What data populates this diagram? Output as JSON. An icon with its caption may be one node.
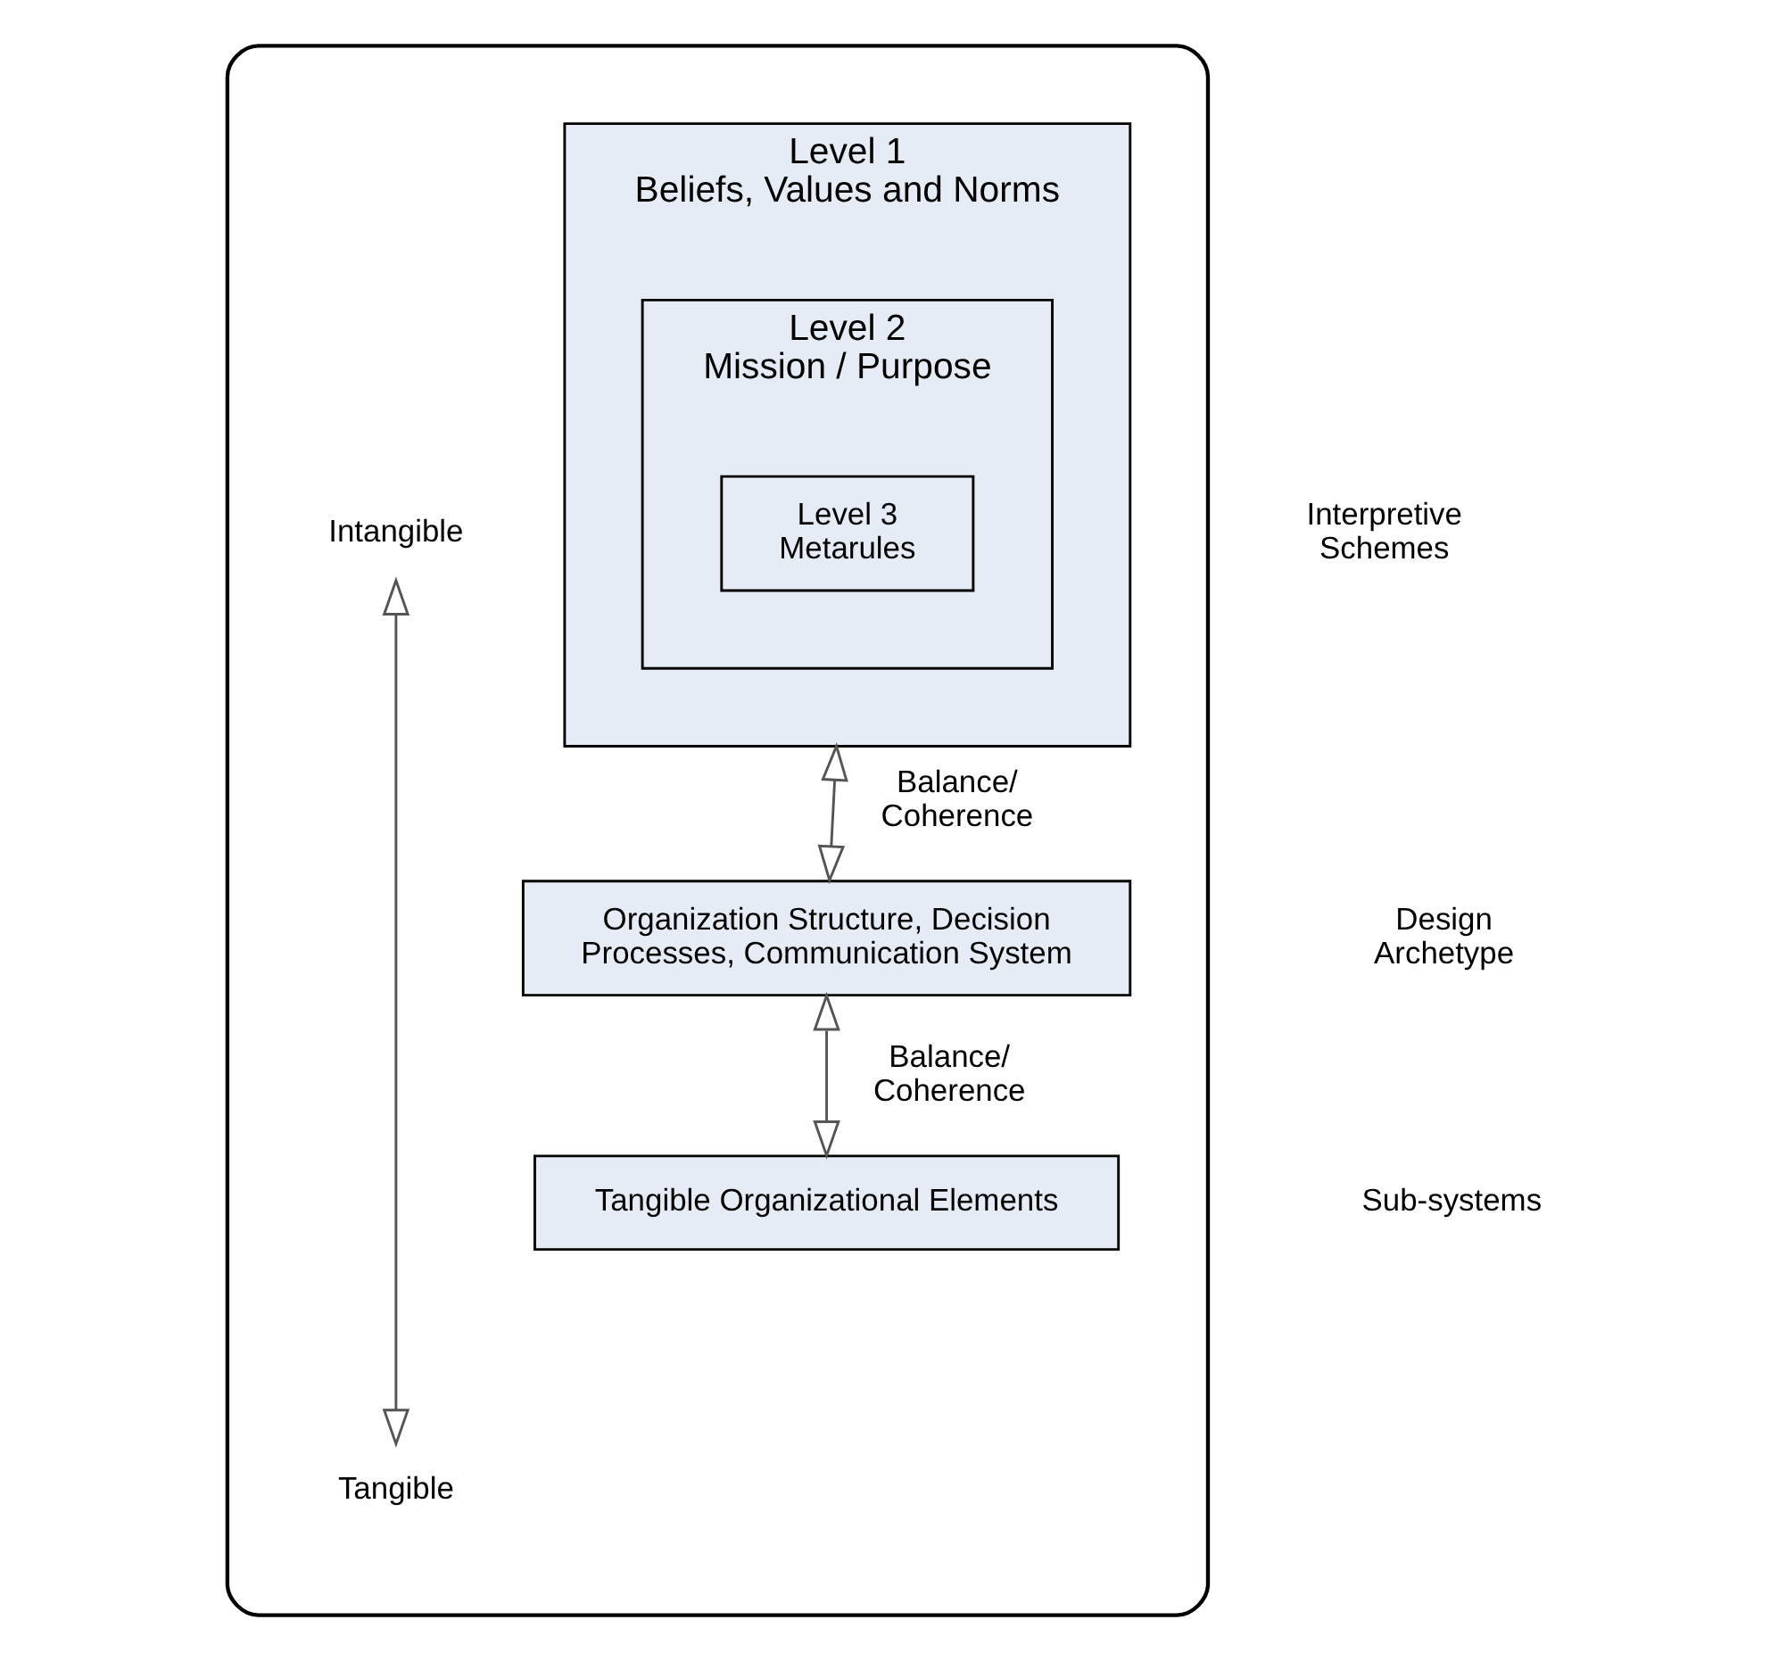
{
  "diagram": {
    "nodes": [
      {
        "text": [],
        "shape": "cloud"
      },
      {
        "text": [
          "Level 1",
          "Beliefs, Values and Norms"
        ],
        "in": 0
      },
      {
        "text": [
          "Level 2",
          "Mission / Purpose"
        ],
        "in": 1
      },
      {
        "text": [
          "Level 3",
          "Metarules"
        ],
        "in": 2
      },
      {
        "text": [
          "Organization Structure, Decision Processes, Communication System"
        ],
        "in": 0
      },
      {
        "text": [
          "Tangible Organizational Elements"
        ],
        "in": 0
      },
      {
        "text": [
          "Intangible"
        ],
        "in": 0
      },
      {
        "text": [
          "Tangible"
        ],
        "in": 0
      }
    ],
    "edges": [
      {
        "from": 1,
        "to": 4,
        "arrow": "both",
        "label": "Balance/ Coherence"
      },
      {
        "from": 4,
        "to": 5,
        "arrow": "both",
        "label": "Balance/ Coherence"
      },
      {
        "from": 6,
        "to": 7,
        "arrow": "both"
      }
    ],
    "labels": [
      "Interpretive Schemes",
      "Design Archetype",
      "Sub-systems"
    ]
  }
}
